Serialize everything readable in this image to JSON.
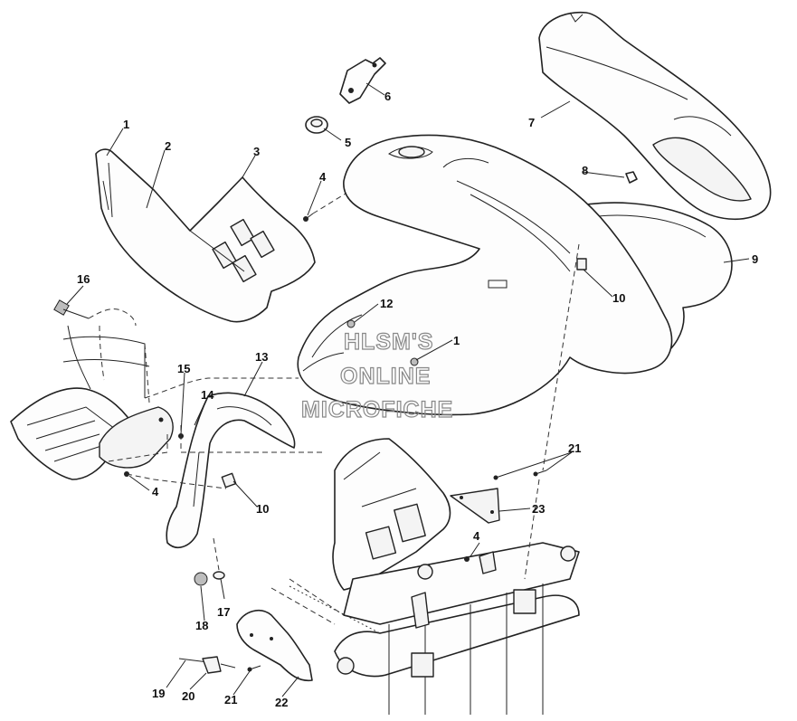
{
  "watermark": {
    "line1": "HLSM'S",
    "line2": "ONLINE",
    "line3": "MICROFICHE"
  },
  "callouts": [
    {
      "id": "c1a",
      "label": "1"
    },
    {
      "id": "c2",
      "label": "2"
    },
    {
      "id": "c3",
      "label": "3"
    },
    {
      "id": "c4a",
      "label": "4"
    },
    {
      "id": "c5",
      "label": "5"
    },
    {
      "id": "c6",
      "label": "6"
    },
    {
      "id": "c7",
      "label": "7"
    },
    {
      "id": "c8",
      "label": "8"
    },
    {
      "id": "c9",
      "label": "9"
    },
    {
      "id": "c10a",
      "label": "10"
    },
    {
      "id": "c12",
      "label": "12"
    },
    {
      "id": "c1b",
      "label": "1"
    },
    {
      "id": "c13",
      "label": "13"
    },
    {
      "id": "c16",
      "label": "16"
    },
    {
      "id": "c15",
      "label": "15"
    },
    {
      "id": "c14",
      "label": "14"
    },
    {
      "id": "c4b",
      "label": "4"
    },
    {
      "id": "c10b",
      "label": "10"
    },
    {
      "id": "c21a",
      "label": "21"
    },
    {
      "id": "c23",
      "label": "23"
    },
    {
      "id": "c4c",
      "label": "4"
    },
    {
      "id": "c17",
      "label": "17"
    },
    {
      "id": "c18",
      "label": "18"
    },
    {
      "id": "c19",
      "label": "19"
    },
    {
      "id": "c20",
      "label": "20"
    },
    {
      "id": "c21b",
      "label": "21"
    },
    {
      "id": "c22",
      "label": "22"
    }
  ]
}
